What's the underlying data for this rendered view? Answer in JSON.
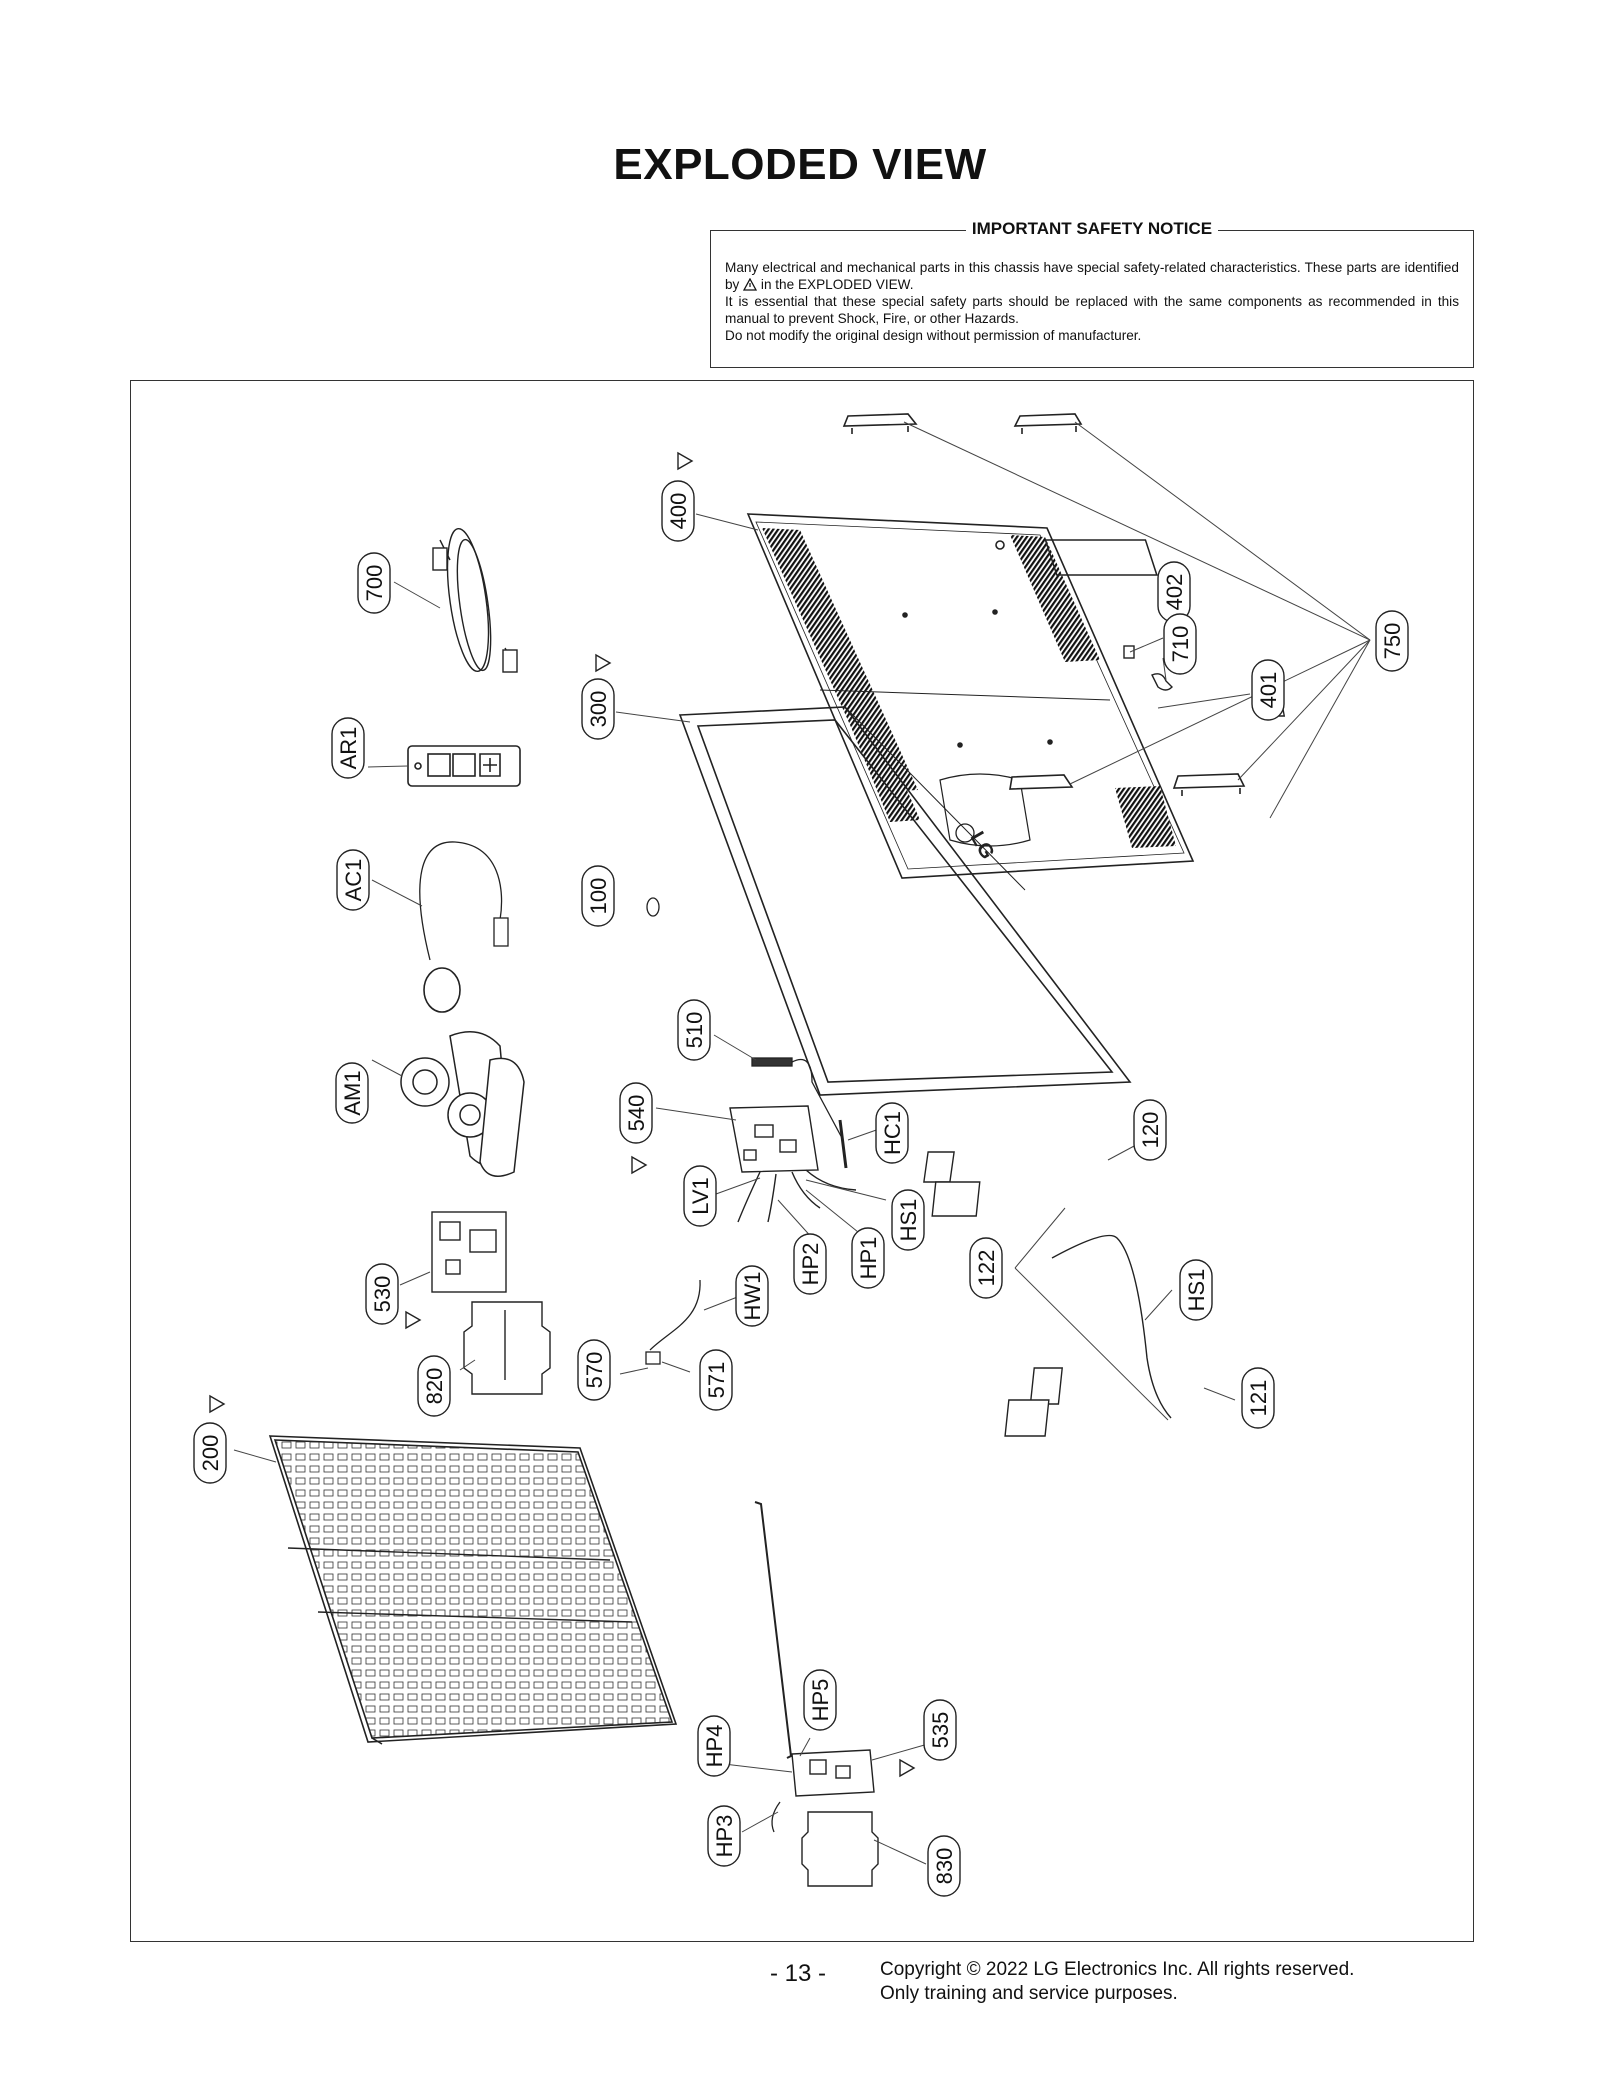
{
  "title": "EXPLODED VIEW",
  "notice": {
    "heading": "IMPORTANT SAFETY NOTICE",
    "line1a": "Many electrical and mechanical parts in this chassis have special safety-related characteristics. These parts are identified by",
    "line1b": "in the EXPLODED VIEW.",
    "line2": "It is essential that these special safety parts should be replaced with the same components as recommended in this manual to prevent Shock, Fire, or other Hazards.",
    "line3": "Do not modify the original design without permission of manufacturer."
  },
  "labels": {
    "p700": "700",
    "pAR1": "AR1",
    "pAC1": "AC1",
    "pAM1": "AM1",
    "p400": "400",
    "p300": "300",
    "p100": "100",
    "p510": "510",
    "p540": "540",
    "pHC1": "HC1",
    "pLV1": "LV1",
    "pHS1a": "HS1",
    "pHP2": "HP2",
    "pHP1": "HP1",
    "p530": "530",
    "pHW1": "HW1",
    "p820": "820",
    "p570": "570",
    "p571": "571",
    "p200": "200",
    "p402": "402",
    "p710": "710",
    "p401": "401",
    "p750": "750",
    "p120": "120",
    "p122": "122",
    "pHS1b": "HS1",
    "p121": "121",
    "pHP5": "HP5",
    "pHP4": "HP4",
    "p535": "535",
    "pHP3": "HP3",
    "p830": "830"
  },
  "logo_text": "LG",
  "footer": {
    "page": "- 13 -",
    "copyright": "Copyright © 2022 LG Electronics Inc. All rights reserved.",
    "purpose": "Only training and service purposes."
  }
}
